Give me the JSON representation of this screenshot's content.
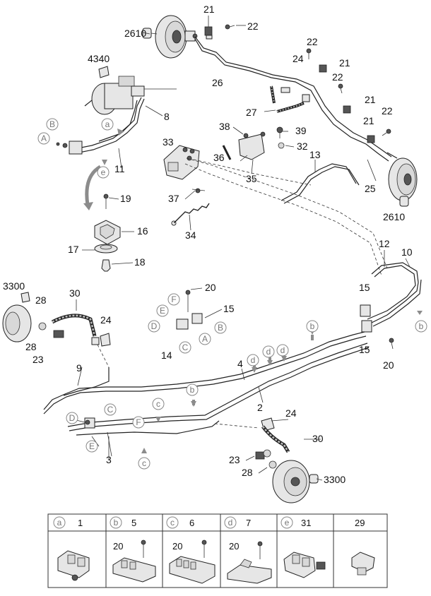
{
  "callouts": {
    "c2610_top": "2610",
    "c21a": "21",
    "c22a": "22",
    "c4340": "4340",
    "c22b": "22",
    "c24a": "24",
    "c21b": "21",
    "c26": "26",
    "c22c": "22",
    "c21c": "21",
    "c8": "8",
    "c27": "27",
    "c38": "38",
    "c39": "39",
    "c21d": "21",
    "c22d": "22",
    "c33": "33",
    "c11": "11",
    "c36": "36",
    "c32": "32",
    "c13": "13",
    "c35": "35",
    "c25": "25",
    "c19": "19",
    "c37": "37",
    "c2610_bot": "2610",
    "c16": "16",
    "c34": "34",
    "c17": "17",
    "c18": "18",
    "c12": "12",
    "c10": "10",
    "c3300_top": "3300",
    "c30a": "30",
    "c20a": "20",
    "c28a": "28",
    "c15a": "15",
    "c15b": "15",
    "c24b": "24",
    "c28b": "28",
    "c23a": "23",
    "c14": "14",
    "c15c": "15",
    "c20b": "20",
    "c9": "9",
    "c4": "4",
    "c2": "2",
    "c24c": "24",
    "c3": "3",
    "c30b": "30",
    "c23b": "23",
    "c28c": "28",
    "c3300_bot": "3300"
  },
  "letter_marks": {
    "A": "A",
    "B": "B",
    "C": "C",
    "D": "D",
    "E": "E",
    "F": "F",
    "a": "a",
    "b": "b",
    "c": "c",
    "d": "d",
    "e": "e"
  },
  "legend": {
    "columns": [
      {
        "mark": "a",
        "part": "1"
      },
      {
        "mark": "b",
        "part": "5"
      },
      {
        "mark": "c",
        "part": "6"
      },
      {
        "mark": "d",
        "part": "7"
      },
      {
        "mark": "e",
        "part": "31"
      },
      {
        "mark": "",
        "part": "29"
      }
    ],
    "sub_b": "20",
    "sub_c": "20",
    "sub_d": "20"
  },
  "colors": {
    "line": "#222222",
    "marker_gray": "#8c8c8c",
    "letter_gray": "#777777"
  }
}
